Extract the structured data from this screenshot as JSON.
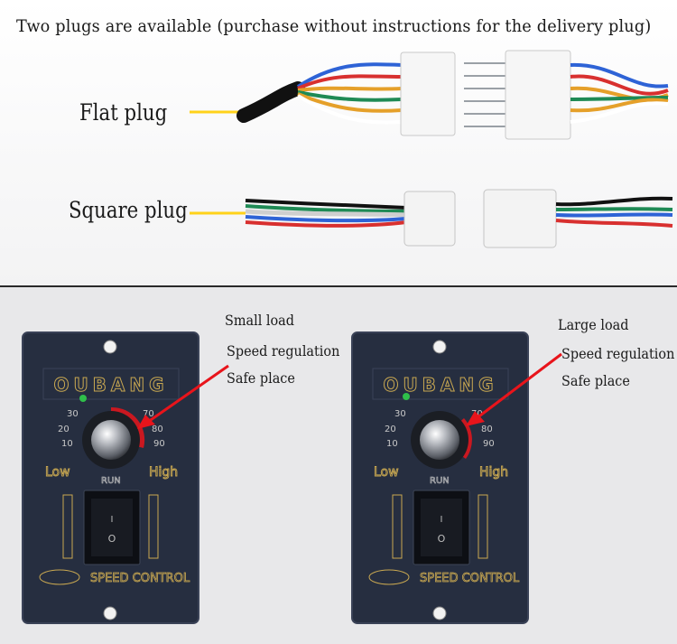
{
  "heading": "Two plugs are available (purchase without instructions for the delivery plug)",
  "plugs": {
    "flat_label": "Flat plug",
    "square_label": "Square plug"
  },
  "controllers": [
    {
      "annotation": [
        "Small load",
        "Speed regulation",
        "Safe place"
      ],
      "level_fraction": 0.35
    },
    {
      "annotation": [
        "Large load",
        "Speed regulation",
        "Safe place"
      ],
      "level_fraction": 0.25
    }
  ],
  "panel": {
    "brand": "OUBANG",
    "scale": [
      "10",
      "20",
      "30",
      "70",
      "80",
      "90"
    ],
    "low_label": "Low",
    "high_label": "High",
    "run_label": "RUN",
    "switch_on": "I",
    "switch_off": "O",
    "footer": "SPEED CONTROL"
  },
  "colors": {
    "panel": "#262e40",
    "panel_edge": "#3a4257",
    "gold": "#c9a851",
    "arrow": "#e8141b",
    "indicator": "#ffd21a",
    "wire_blue": "#2e63d6",
    "wire_orange": "#e5a02a",
    "wire_green": "#1f8a55",
    "wire_red": "#d8302f"
  }
}
